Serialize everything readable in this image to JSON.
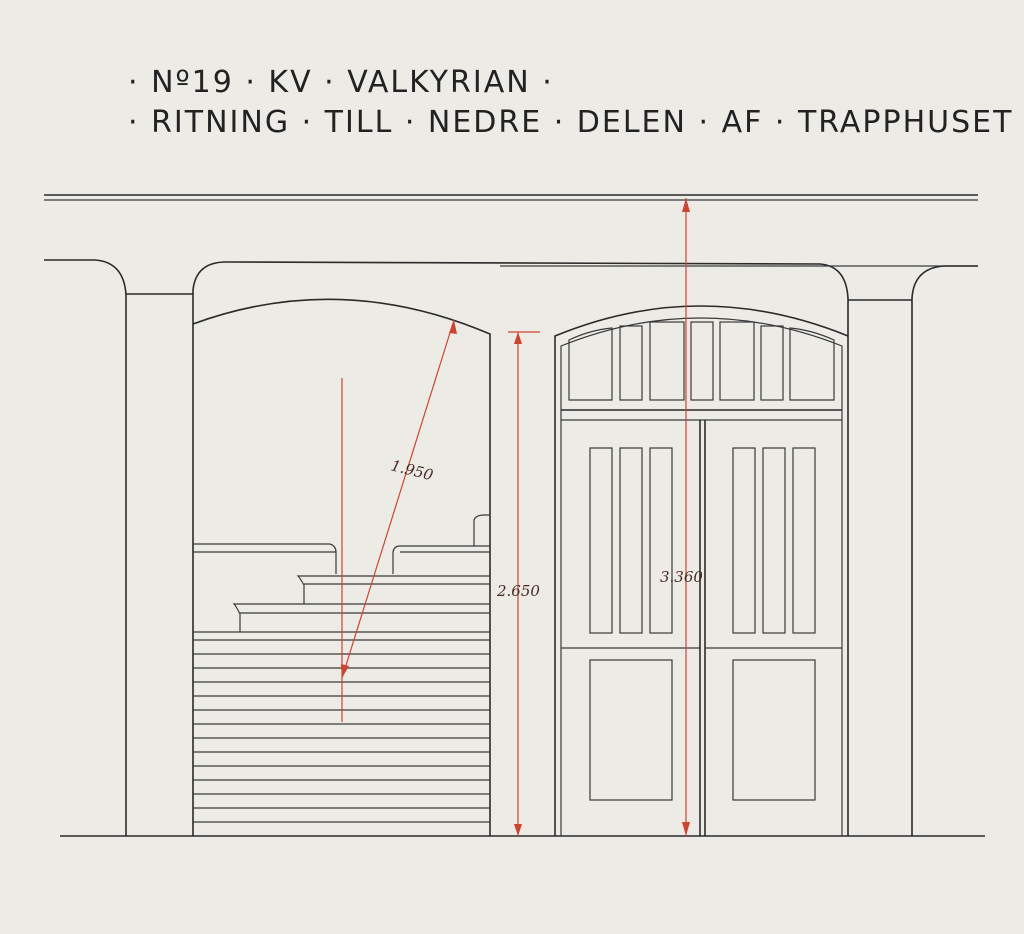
{
  "title": {
    "line1": "· Nº19 · KV · VALKYRIAN ·",
    "line2": "· RITNING · TILL · NEDRE · DELEN · AF · TRAPPHUSET ·"
  },
  "dimensions": {
    "arch_radius": "1.950",
    "opening_height": "2.650",
    "ceiling_height": "3.360"
  },
  "colors": {
    "ink": "#2b2b2b",
    "dimension_red": "#d2432f",
    "paper": "#ecebe6"
  }
}
